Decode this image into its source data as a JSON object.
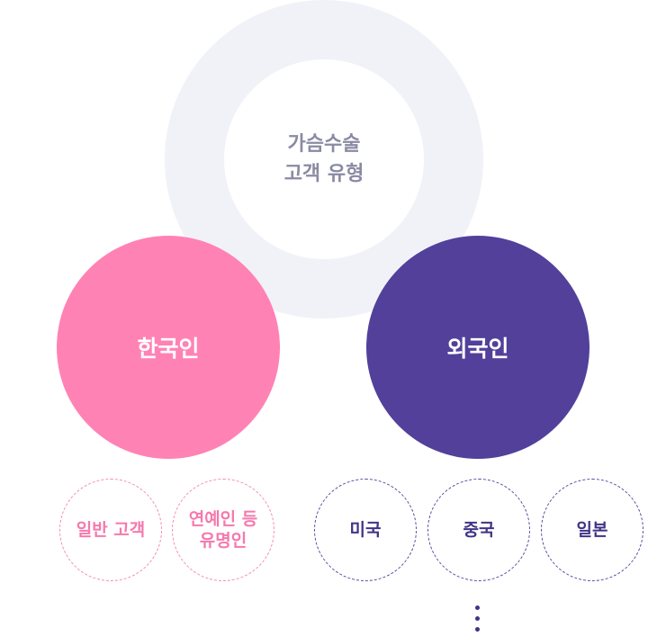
{
  "center": {
    "line1": "가슴수술",
    "line2": "고객 유형"
  },
  "groups": {
    "korean": {
      "label": "한국인",
      "subtypes": [
        {
          "lines": [
            "일반 고객"
          ]
        },
        {
          "lines": [
            "연예인 등",
            "유명인"
          ]
        }
      ]
    },
    "foreign": {
      "label": "외국인",
      "subtypes": [
        {
          "lines": [
            "미국"
          ]
        },
        {
          "lines": [
            "중국"
          ]
        },
        {
          "lines": [
            "일본"
          ]
        }
      ]
    }
  },
  "colors": {
    "ring": "#f1f2f8",
    "center_text": "#8a8aa3",
    "korean": "#ff82b5",
    "korean_text": "#f579ad",
    "foreign": "#52409a",
    "foreign_text": "#3f3486"
  },
  "more_indicator": "vertical-ellipsis-icon"
}
